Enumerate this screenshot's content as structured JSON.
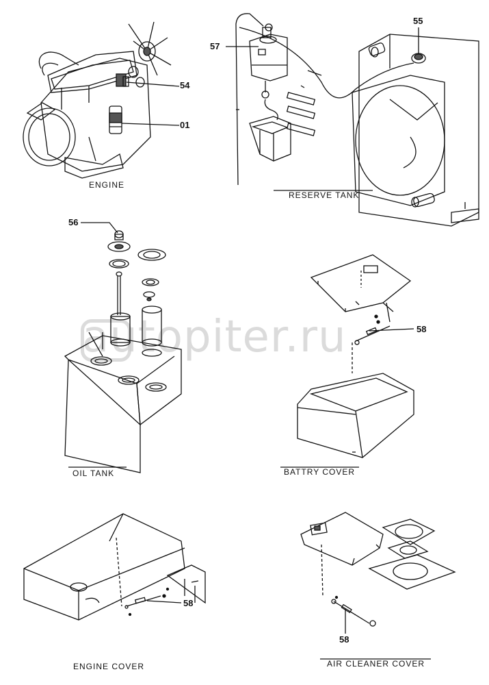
{
  "sections": {
    "engine": "ENGINE",
    "reserve_tank": "RESERVE TANK",
    "oil_tank": "OIL TANK",
    "battery_cover": "BATTRY COVER",
    "engine_cover": "ENGINE COVER",
    "air_cleaner_cover": "AIR CLEANER COVER"
  },
  "callouts": {
    "c01": "01",
    "c54": "54",
    "c55": "55",
    "c56": "56",
    "c57": "57",
    "c58_battery": "58",
    "c58_engine_cover": "58",
    "c58_air_cleaner": "58"
  },
  "watermark": "autopiter.ru"
}
